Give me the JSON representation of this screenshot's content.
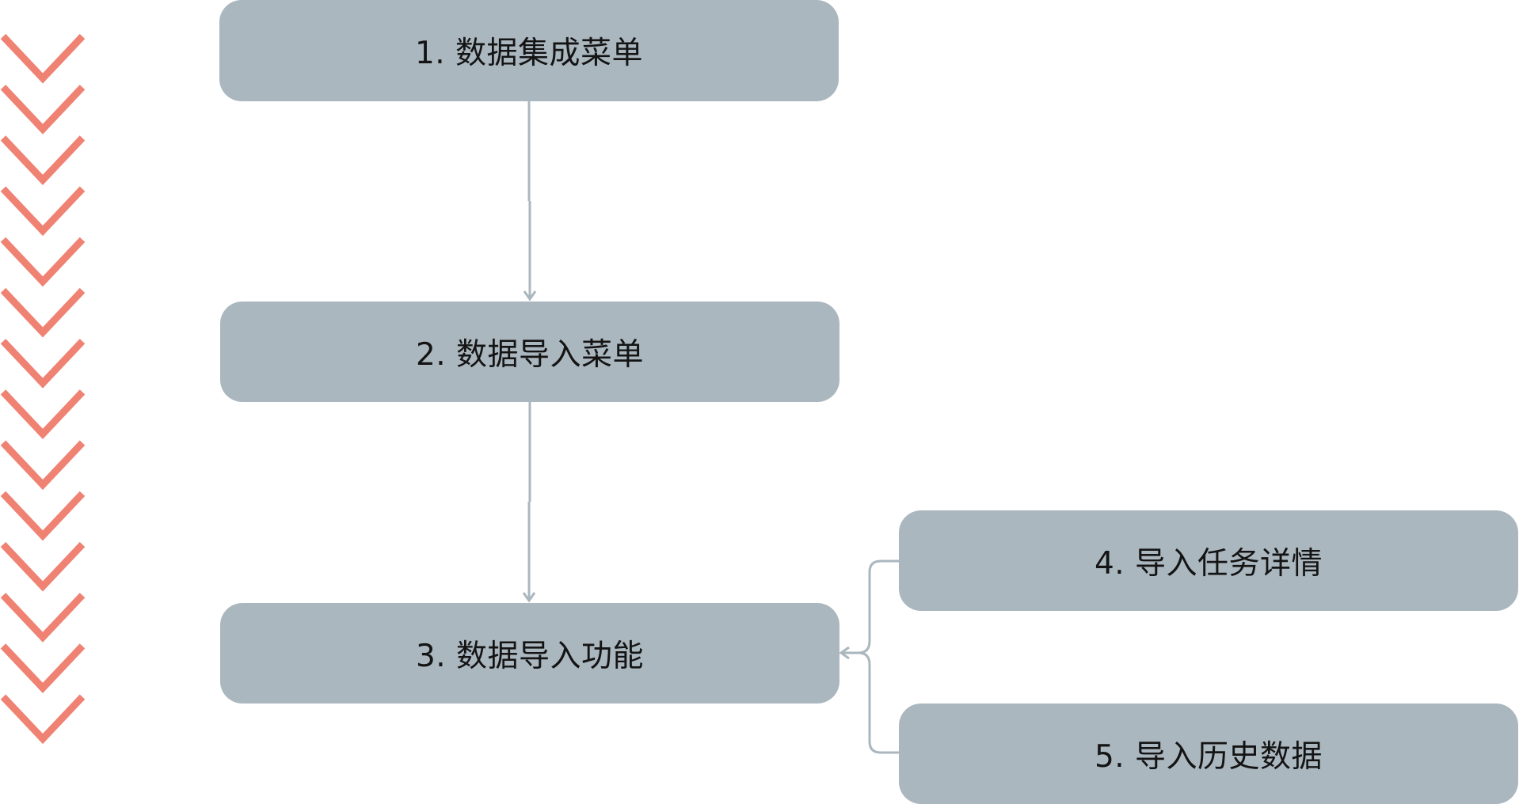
{
  "nodes": [
    {
      "id": "1",
      "label": "1. 数据集成菜单"
    },
    {
      "id": "2",
      "label": "2. 数据导入菜单"
    },
    {
      "id": "3",
      "label": "3. 数据导入功能"
    },
    {
      "id": "4",
      "label": "4. 导入任务详情"
    },
    {
      "id": "5",
      "label": "5. 导入历史数据"
    }
  ],
  "edges": [
    {
      "from": "1",
      "to": "2"
    },
    {
      "from": "2",
      "to": "3"
    },
    {
      "from": "4",
      "to": "3"
    },
    {
      "from": "5",
      "to": "3"
    }
  ],
  "colors": {
    "node_fill": "#abb7bf",
    "connector": "#abb7bf",
    "chevron": "#ef8272",
    "text": "#141414"
  },
  "decor": {
    "chevron_icon": "chevron-down-icon",
    "chevron_count": 14
  }
}
